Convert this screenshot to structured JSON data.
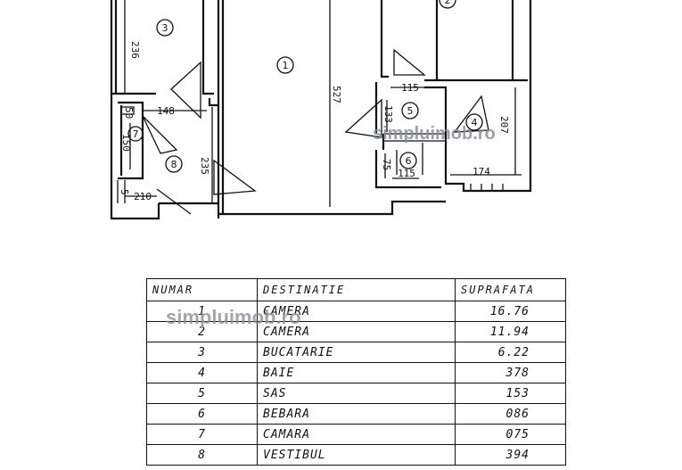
{
  "plan": {
    "dimensions": {
      "d236": "236",
      "d527": "527",
      "d148": "148",
      "d150": "150",
      "d235": "235",
      "d210": "210",
      "d115a": "115",
      "d133": "133",
      "d75": "75",
      "d115b": "115",
      "d174": "174",
      "d207": "207",
      "d50": "50",
      "d5": "5"
    },
    "room_markers": [
      "1",
      "2",
      "3",
      "4",
      "5",
      "6",
      "7",
      "8"
    ],
    "watermark": "simpluimob.ro"
  },
  "table": {
    "headers": {
      "number": "NUMAR",
      "destination": "DESTINATIE",
      "area": "SUPRAFATA"
    },
    "rows": [
      {
        "number": "1",
        "destination": "CAMERA",
        "area": "16.76"
      },
      {
        "number": "2",
        "destination": "CAMERA",
        "area": "11.94"
      },
      {
        "number": "3",
        "destination": "BUCATARIE",
        "area": "6.22"
      },
      {
        "number": "4",
        "destination": "BAIE",
        "area": "378"
      },
      {
        "number": "5",
        "destination": "SAS",
        "area": "153"
      },
      {
        "number": "6",
        "destination": "BEBARA",
        "area": "086"
      },
      {
        "number": "7",
        "destination": "CAMARA",
        "area": "075"
      },
      {
        "number": "8",
        "destination": "VESTIBUL",
        "area": "394"
      }
    ],
    "watermark": "simpluimob.ro"
  }
}
